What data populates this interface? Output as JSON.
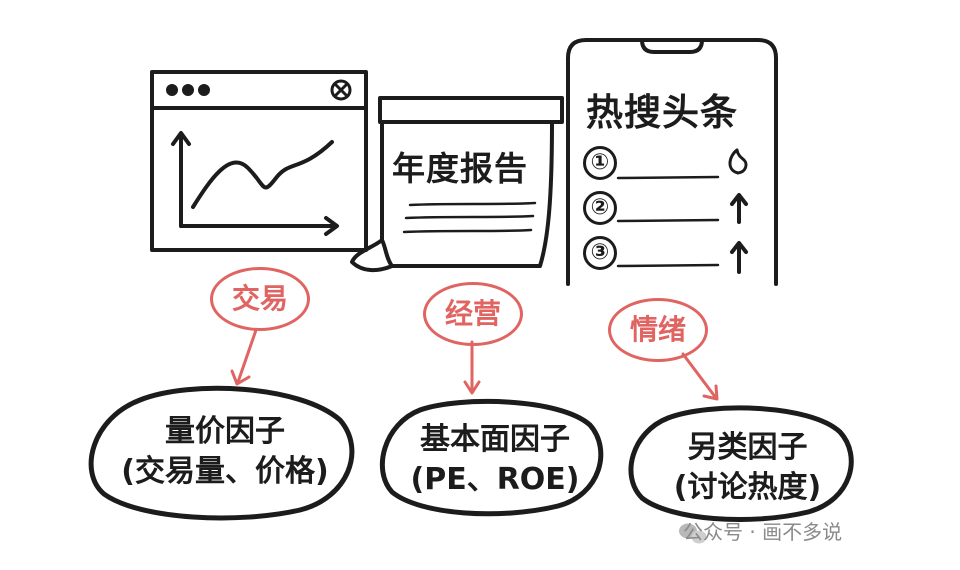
{
  "report": {
    "title": "年度报告"
  },
  "hot_search": {
    "title": "热搜头条",
    "ranks": [
      "①",
      "②",
      "③"
    ],
    "trend_icons": [
      "flame-icon",
      "up-arrow-icon",
      "up-arrow-icon"
    ]
  },
  "tags": {
    "trade": "交易",
    "operation": "经营",
    "sentiment": "情绪"
  },
  "factors": {
    "volume_price": {
      "title": "量价因子",
      "detail": "(交易量、价格)"
    },
    "fundamental": {
      "title": "基本面因子",
      "detail": "(PE、ROE)"
    },
    "alternative": {
      "title": "另类因子",
      "detail": "(讨论热度)"
    }
  },
  "footer": {
    "text": "公众号 · 画不多说"
  },
  "colors": {
    "ink": "#1c1c1c",
    "accent": "#e06461",
    "footer": "#8a8a8a"
  }
}
